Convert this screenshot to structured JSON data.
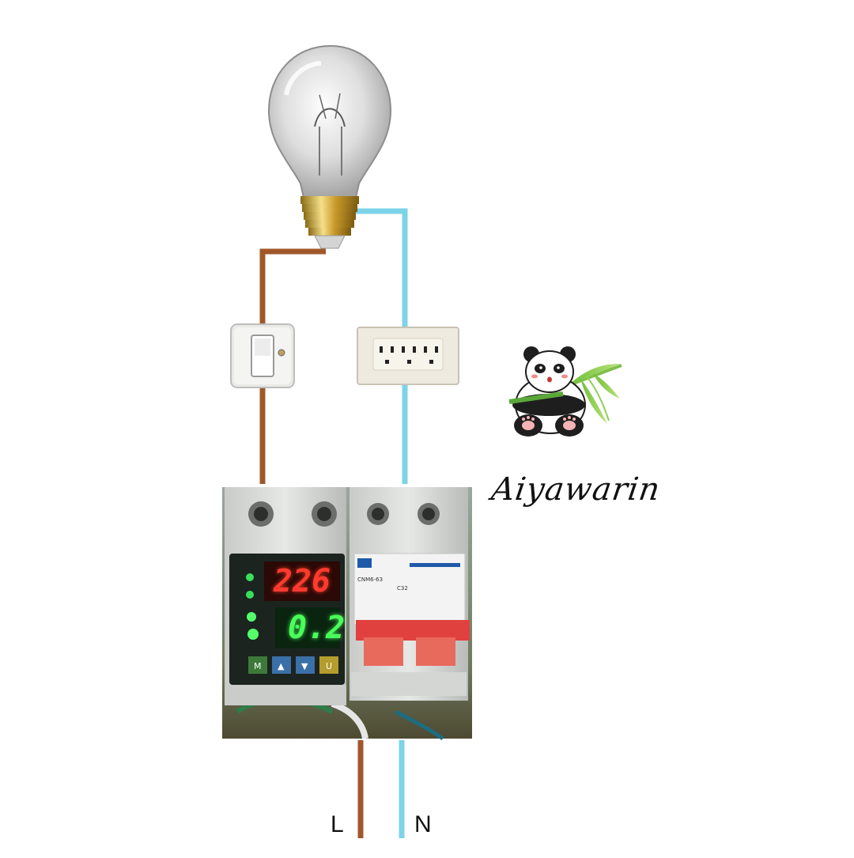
{
  "diagram": {
    "terminals": {
      "line": "L",
      "neutral": "N"
    },
    "wire_colors": {
      "line": "#a0582a",
      "neutral": "#7dd3e8"
    },
    "meter": {
      "voltage": "226",
      "current": "0.2",
      "voltage_color": "#ff3a2e",
      "current_color": "#49ff5a",
      "buttons": [
        "M",
        "▲",
        "▼",
        "U"
      ]
    },
    "breaker": {
      "model": "CNM6-63",
      "rating": "C32"
    },
    "brand": "Aiyawarin",
    "components": [
      "light-bulb",
      "wall-switch",
      "power-outlet",
      "voltage-current-protector",
      "circuit-breaker"
    ]
  }
}
